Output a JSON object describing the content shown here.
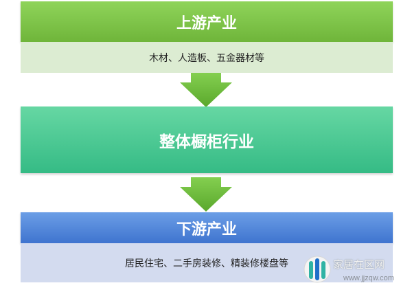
{
  "upstream": {
    "title": "上游产业",
    "items": "木材、人造板、五金器材等"
  },
  "middle": {
    "title": "整体橱柜行业"
  },
  "downstream": {
    "title": "下游产业",
    "items": "居民住宅、二手房装修、精装修楼盘等"
  },
  "watermark": {
    "name": "家居在区网",
    "url": "www.jjzqw.com"
  },
  "colors": {
    "upstream_header": "#7cc447",
    "upstream_body": "#dcecd2",
    "middle_header": "#44c590",
    "downstream_header": "#4a80d8",
    "downstream_body": "#d3dbef",
    "arrow": "#6ebf3c"
  }
}
